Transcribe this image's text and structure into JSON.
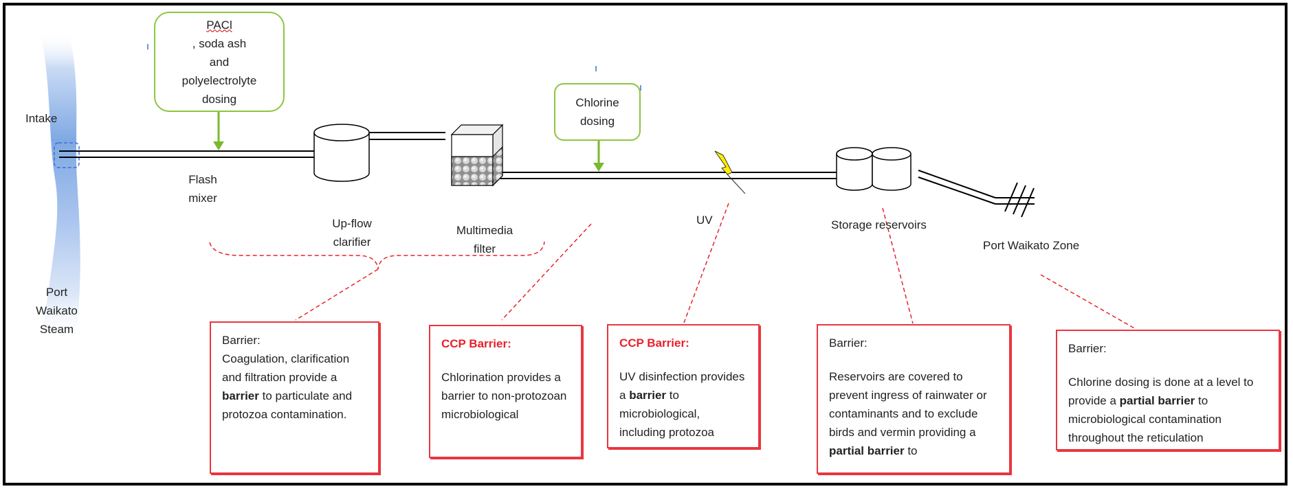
{
  "labels": {
    "intake": "Intake",
    "source": [
      "Port",
      "Waikato",
      "Steam"
    ],
    "flash_mixer": [
      "Flash",
      "mixer"
    ],
    "upflow_clarifier": [
      "Up-flow",
      "clarifier"
    ],
    "multimedia_filter": [
      "Multimedia",
      "filter"
    ],
    "uv": "UV",
    "storage_reservoirs": "Storage reservoirs",
    "zone": "Port Waikato Zone"
  },
  "dosing": {
    "pacl": {
      "word": "PACl",
      "rest": ", soda ash",
      "lines": [
        "and",
        "polyelectrolyte",
        "dosing"
      ]
    },
    "chlorine": [
      "Chlorine",
      "dosing"
    ]
  },
  "barriers": [
    {
      "heading": "Barrier:",
      "ccp": false,
      "body": [
        "Coagulation, clarification and filtration provide a ",
        {
          "b": "barrier"
        },
        " to particulate and protozoa contamination."
      ]
    },
    {
      "heading": "CCP Barrier:",
      "ccp": true,
      "body": [
        "Chlorination provides a barrier to non-protozoan microbiological"
      ]
    },
    {
      "heading": "CCP Barrier:",
      "ccp": true,
      "body": [
        "UV disinfection provides a ",
        {
          "b": "barrier"
        },
        " to microbiological, including protozoa"
      ]
    },
    {
      "heading": "Barrier:",
      "ccp": false,
      "body": [
        "Reservoirs are covered to prevent ingress of rainwater or contaminants  and to exclude  birds and vermin providing a ",
        {
          "b": "partial barrier"
        },
        " to"
      ]
    },
    {
      "heading": "Barrier:",
      "ccp": false,
      "body": [
        "Chlorine dosing is done at a level to provide a ",
        {
          "b": "partial barrier"
        },
        " to microbiological contamination throughout  the reticulation"
      ]
    }
  ],
  "colors": {
    "dosing_border": "#8cc63f",
    "barrier_border": "#e8363f",
    "ccp_text": "#e8212a",
    "stream": "#7fa9e3",
    "uv_bolt": "#ffee00",
    "leader": "#e8212a"
  }
}
